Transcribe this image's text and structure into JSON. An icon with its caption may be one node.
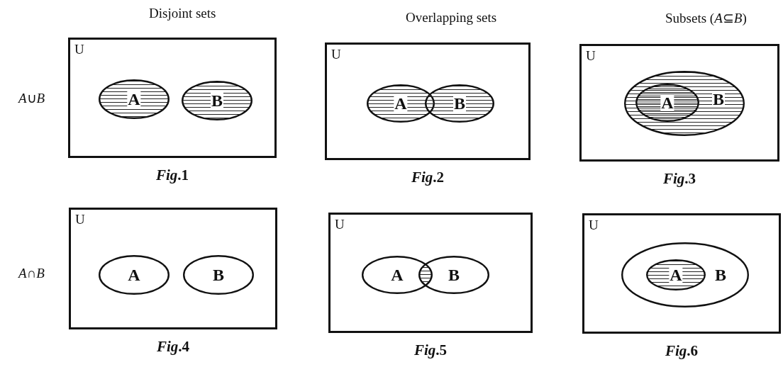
{
  "diagram": {
    "nodes": [
      {
        "text": [
          "U"
        ],
        "beside": [
          "*Fig*.1"
        ]
      },
      {
        "text": [
          "A"
        ],
        "in": 0
      },
      {
        "text": [
          "B"
        ],
        "in": 0
      },
      {
        "text": [
          "U"
        ],
        "beside": [
          "*Fig*.2"
        ]
      },
      {
        "text": [
          "A"
        ],
        "in": 3
      },
      {
        "text": [
          "B"
        ],
        "in": 3
      },
      {
        "text": [
          "U"
        ],
        "beside": [
          "*Fig*.3"
        ]
      },
      {
        "text": [
          "B"
        ],
        "in": 6
      },
      {
        "text": [
          "A"
        ],
        "in": 7
      },
      {
        "text": [
          "U"
        ],
        "beside": [
          "*Fig*.4"
        ]
      },
      {
        "text": [
          "A"
        ],
        "in": 9
      },
      {
        "text": [
          "B"
        ],
        "in": 9
      },
      {
        "text": [
          "U"
        ],
        "beside": [
          "*Fig*.5"
        ]
      },
      {
        "text": [
          "A"
        ],
        "in": 12
      },
      {
        "text": [
          "B"
        ],
        "in": 12
      },
      {
        "text": [
          "U"
        ],
        "beside": [
          "*Fig*.6"
        ]
      },
      {
        "text": [
          "B"
        ],
        "in": 15
      },
      {
        "text": [
          "A"
        ],
        "in": 16
      }
    ],
    "labels": [
      "Disjoint sets",
      "Overlapping sets",
      "Subsets (*A*⊆*B*)",
      "*A*∪*B*",
      "*A*∩*B*"
    ]
  }
}
